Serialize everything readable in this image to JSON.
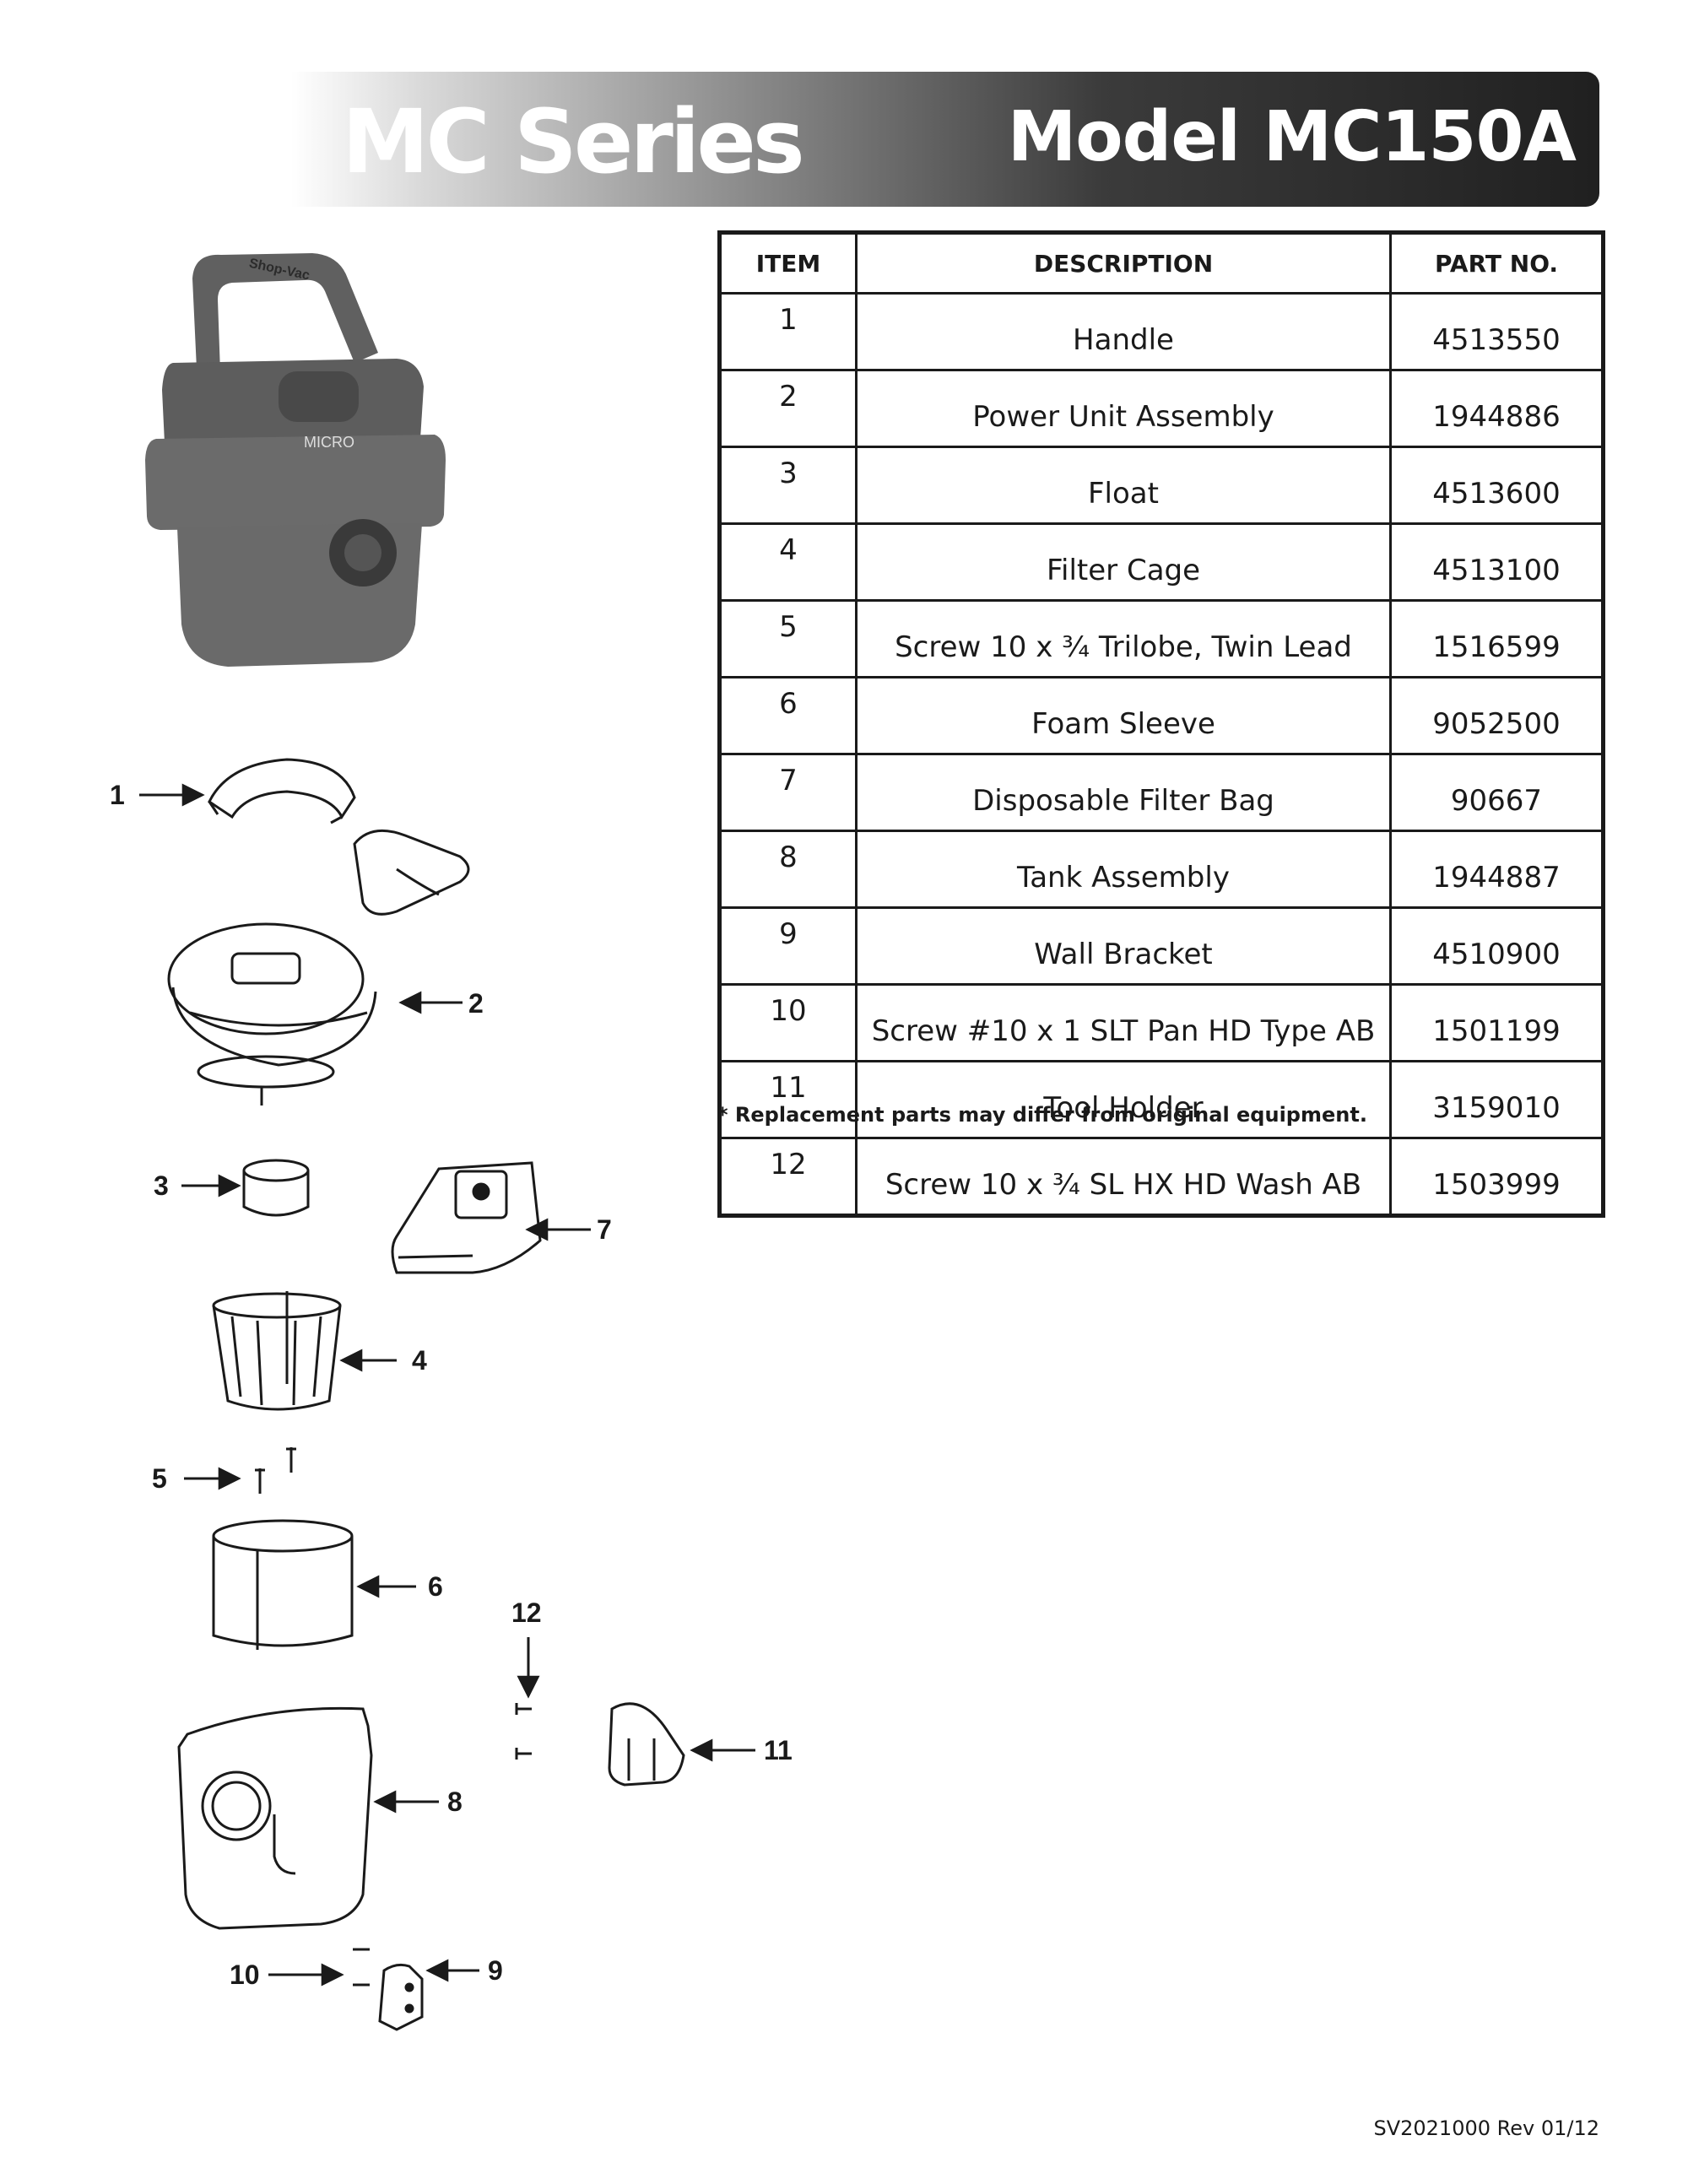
{
  "header": {
    "series": "MC Series",
    "model": "Model MC150A"
  },
  "table": {
    "headers": {
      "item": "ITEM",
      "description": "DESCRIPTION",
      "part_no": "PART NO."
    },
    "rows": [
      {
        "item": "1",
        "description": "Handle",
        "part_no": "4513550"
      },
      {
        "item": "2",
        "description": "Power Unit Assembly",
        "part_no": "1944886"
      },
      {
        "item": "3",
        "description": "Float",
        "part_no": "4513600"
      },
      {
        "item": "4",
        "description": "Filter Cage",
        "part_no": "4513100"
      },
      {
        "item": "5",
        "description": "Screw 10 x ¾ Trilobe, Twin Lead",
        "part_no": "1516599"
      },
      {
        "item": "6",
        "description": "Foam Sleeve",
        "part_no": "9052500"
      },
      {
        "item": "7",
        "description": "Disposable Filter Bag",
        "part_no": "90667"
      },
      {
        "item": "8",
        "description": "Tank Assembly",
        "part_no": "1944887"
      },
      {
        "item": "9",
        "description": "Wall Bracket",
        "part_no": "4510900"
      },
      {
        "item": "10",
        "description": "Screw #10 x 1 SLT Pan HD Type AB",
        "part_no": "1501199"
      },
      {
        "item": "11",
        "description": "Tool Holder",
        "part_no": "3159010"
      },
      {
        "item": "12",
        "description": "Screw 10 x ¾ SL HX HD Wash AB",
        "part_no": "1503999"
      }
    ]
  },
  "note": "* Replacement parts may differ from original equipment.",
  "footer": "SV2021000 Rev 01/12",
  "diagram": {
    "product_handle_text": "Shop-Vac",
    "product_label": "MICRO",
    "callouts": {
      "c1": "1",
      "c2": "2",
      "c3": "3",
      "c4": "4",
      "c5": "5",
      "c6": "6",
      "c7": "7",
      "c8": "8",
      "c9": "9",
      "c10": "10",
      "c11": "11",
      "c12": "12"
    }
  }
}
